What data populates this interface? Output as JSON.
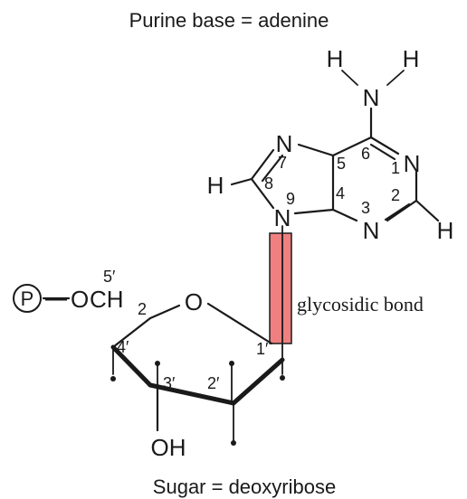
{
  "titles": {
    "base": "Purine base = adenine",
    "sugar": "Sugar = deoxyribose"
  },
  "bond_label": "glycosidic bond",
  "highlight_color": "#f08080",
  "atoms": {
    "h_amino_left": "H",
    "h_amino_right": "H",
    "n_amino": "N",
    "n7": "N",
    "n1": "N",
    "n3": "N",
    "n9": "N",
    "h8": "H",
    "h2": "H",
    "o_ring": "O",
    "o_chain": "O",
    "c_chain": "CH",
    "c_sub": "2",
    "oh": "OH",
    "phosphate": "P"
  },
  "ring_numbers": {
    "n6": "6",
    "n1": "1",
    "n2": "2",
    "n3": "3",
    "n4": "4",
    "n5": "5",
    "n7": "7",
    "n8": "8",
    "n9": "9"
  },
  "sugar_numbers": {
    "p5": "5′",
    "p4": "4′",
    "p3": "3′",
    "p2": "2′",
    "p1": "1′"
  }
}
